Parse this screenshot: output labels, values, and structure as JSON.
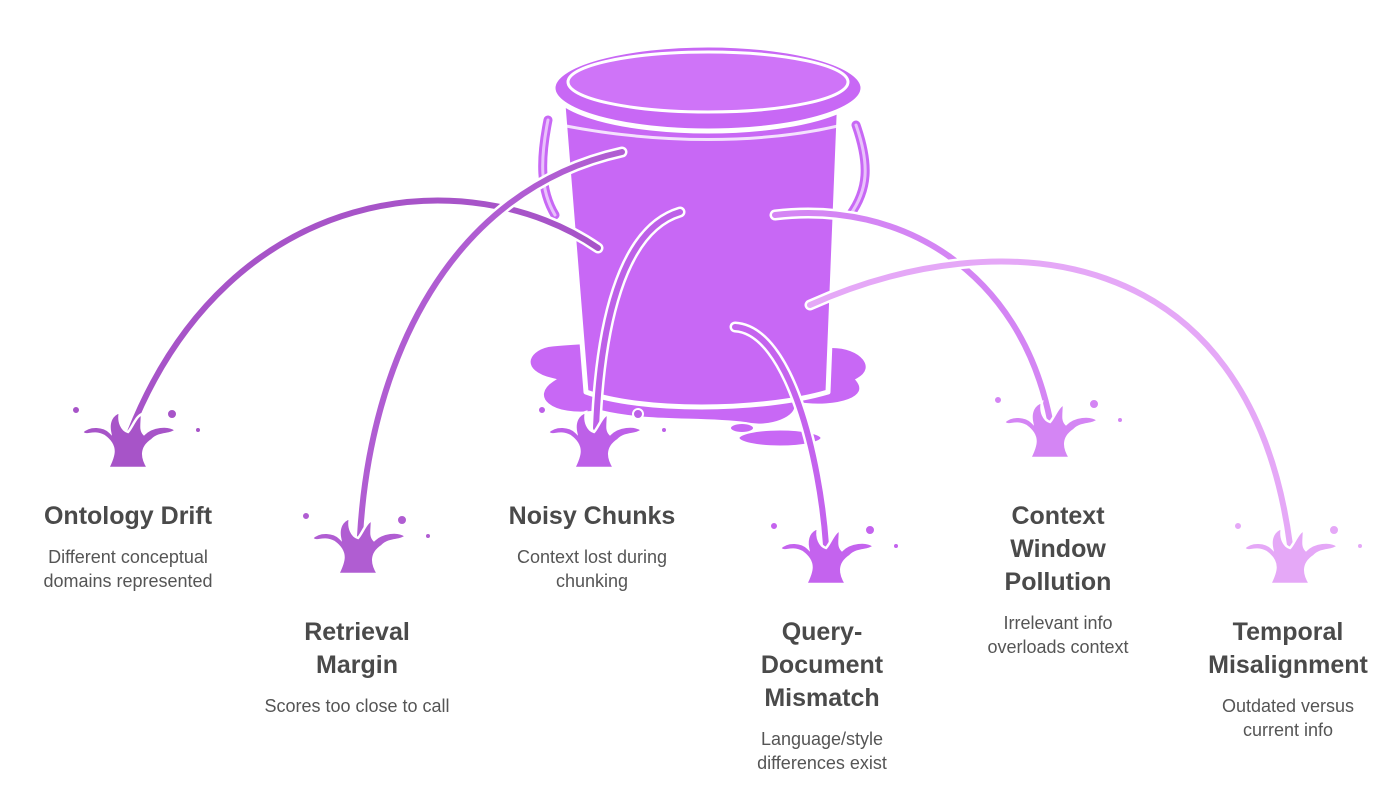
{
  "colors": {
    "bucket": "#c868f5",
    "bucket_outline": "#ffffff",
    "bucket_shadow": "#e6e1ea",
    "splash_0": "#a754c8",
    "splash_1": "#b05dd2",
    "splash_2": "#bd60e8",
    "splash_3": "#c463ee",
    "splash_4": "#d485f4",
    "splash_5": "#e5a8f7"
  },
  "icons": {
    "center": "leaky-bucket-icon",
    "splash": "water-splash-icon"
  },
  "leaks": [
    {
      "title": "Ontology Drift",
      "description": "Different conceptual domains represented"
    },
    {
      "title": "Retrieval Margin",
      "description": "Scores too close to call"
    },
    {
      "title": "Noisy Chunks",
      "description": "Context lost during chunking"
    },
    {
      "title": "Query-Document Mismatch",
      "description": "Language/style differences exist"
    },
    {
      "title": "Context Window Pollution",
      "description": "Irrelevant info overloads context"
    },
    {
      "title": "Temporal Misalignment",
      "description": "Outdated versus current info"
    }
  ]
}
